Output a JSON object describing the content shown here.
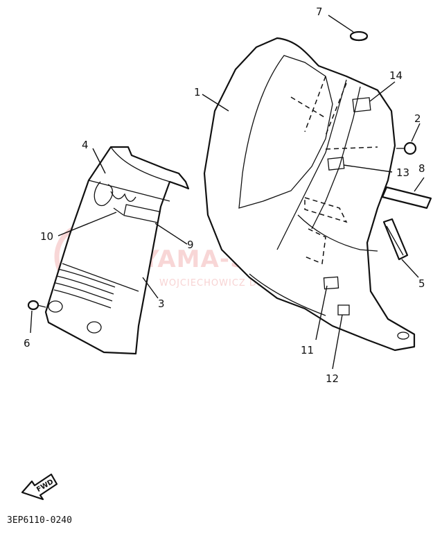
{
  "callouts": [
    "1",
    "2",
    "3",
    "4",
    "5",
    "6",
    "7",
    "8",
    "9",
    "10",
    "11",
    "12",
    "13",
    "14"
  ],
  "watermark": {
    "main": "YAMA-SKLEP.PL",
    "sub": "WOJCIECHOWICZ DEALER YAMAHA"
  },
  "fwd_label": "FWD",
  "diagram_code": "3EP6110-0240",
  "colors": {
    "line": "#111111",
    "watermark": "#f3b6b6"
  }
}
